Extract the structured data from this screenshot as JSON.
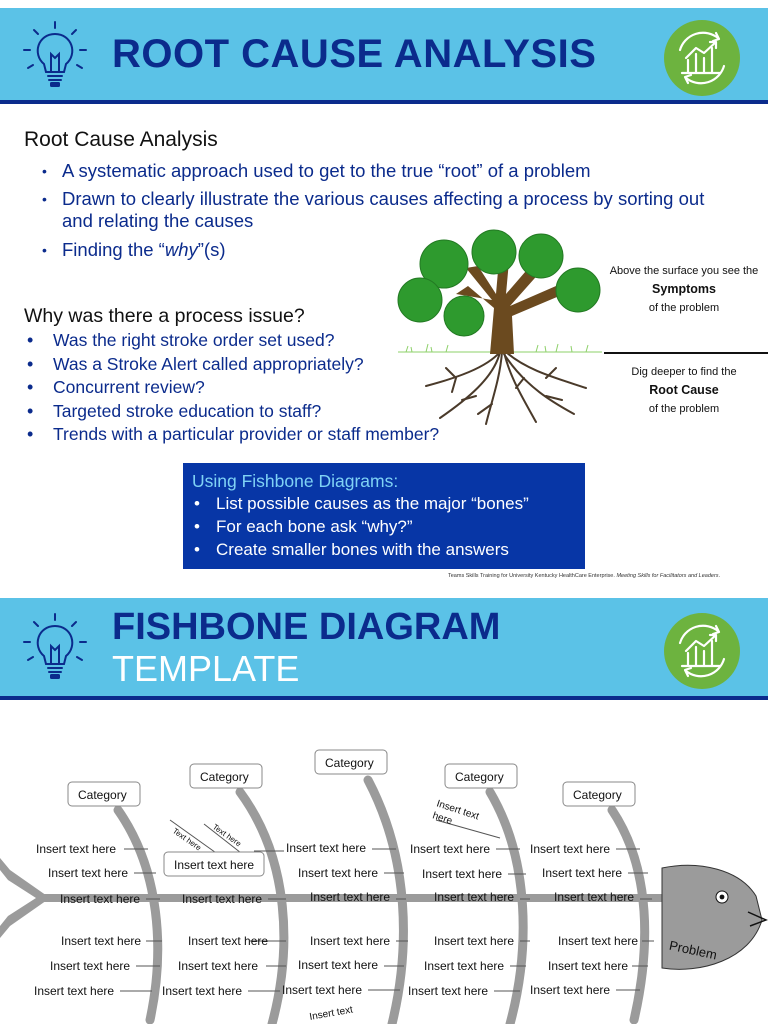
{
  "slide1": {
    "title": "ROOT CAUSE ANALYSIS",
    "heading": "Root Cause Analysis",
    "bullets": [
      "A systematic approach used to get to the true “root” of a problem",
      "Drawn to clearly illustrate the various causes affecting a process by sorting out and relating the causes"
    ],
    "why_bullet": {
      "prefix": "Finding the “",
      "emph": "why",
      "suffix": "”(s)"
    },
    "question": "Why was there a process issue?",
    "questions": [
      "Was the right stroke order set used?",
      "Was a Stroke Alert called appropriately?",
      "Concurrent review?",
      "Targeted stroke education to staff?",
      "Trends with a particular provider or staff member?"
    ],
    "tree": {
      "above_1": "Above the surface you see the",
      "above_2": "Symptoms",
      "above_3": "of the problem",
      "below_1": "Dig deeper to find the",
      "below_2": "Root Cause",
      "below_3": "of the problem"
    },
    "fishbone_box": {
      "title": "Using Fishbone Diagrams:",
      "items": [
        "List possible causes as the major “bones”",
        "For each bone ask “why?”",
        "Create smaller bones with the answers"
      ]
    },
    "credit_plain": "Teams Skills Training for University Kentucky HealthCare Enterprise. ",
    "credit_italic": "Meeting Skills for Facilitators and Leaders",
    "credit_end": ".",
    "bullet_glyph": "•"
  },
  "slide2": {
    "title_line1": "FISHBONE DIAGRAM",
    "title_line2": "TEMPLATE",
    "category_label": "Category",
    "insert_text": "Insert text here",
    "insert_text_wrap_1": "Insert text",
    "insert_text_wrap_2": "here",
    "text_here": "Text here",
    "problem_label": "Problem"
  },
  "icons": {
    "left": "lightbulb-icon",
    "right": "growth-chart-icon"
  },
  "colors": {
    "banner": "#5bc2e7",
    "navy": "#0b2b8c",
    "box": "#0736a6",
    "badge": "#6db33f",
    "fish": "#9b9b9b"
  }
}
